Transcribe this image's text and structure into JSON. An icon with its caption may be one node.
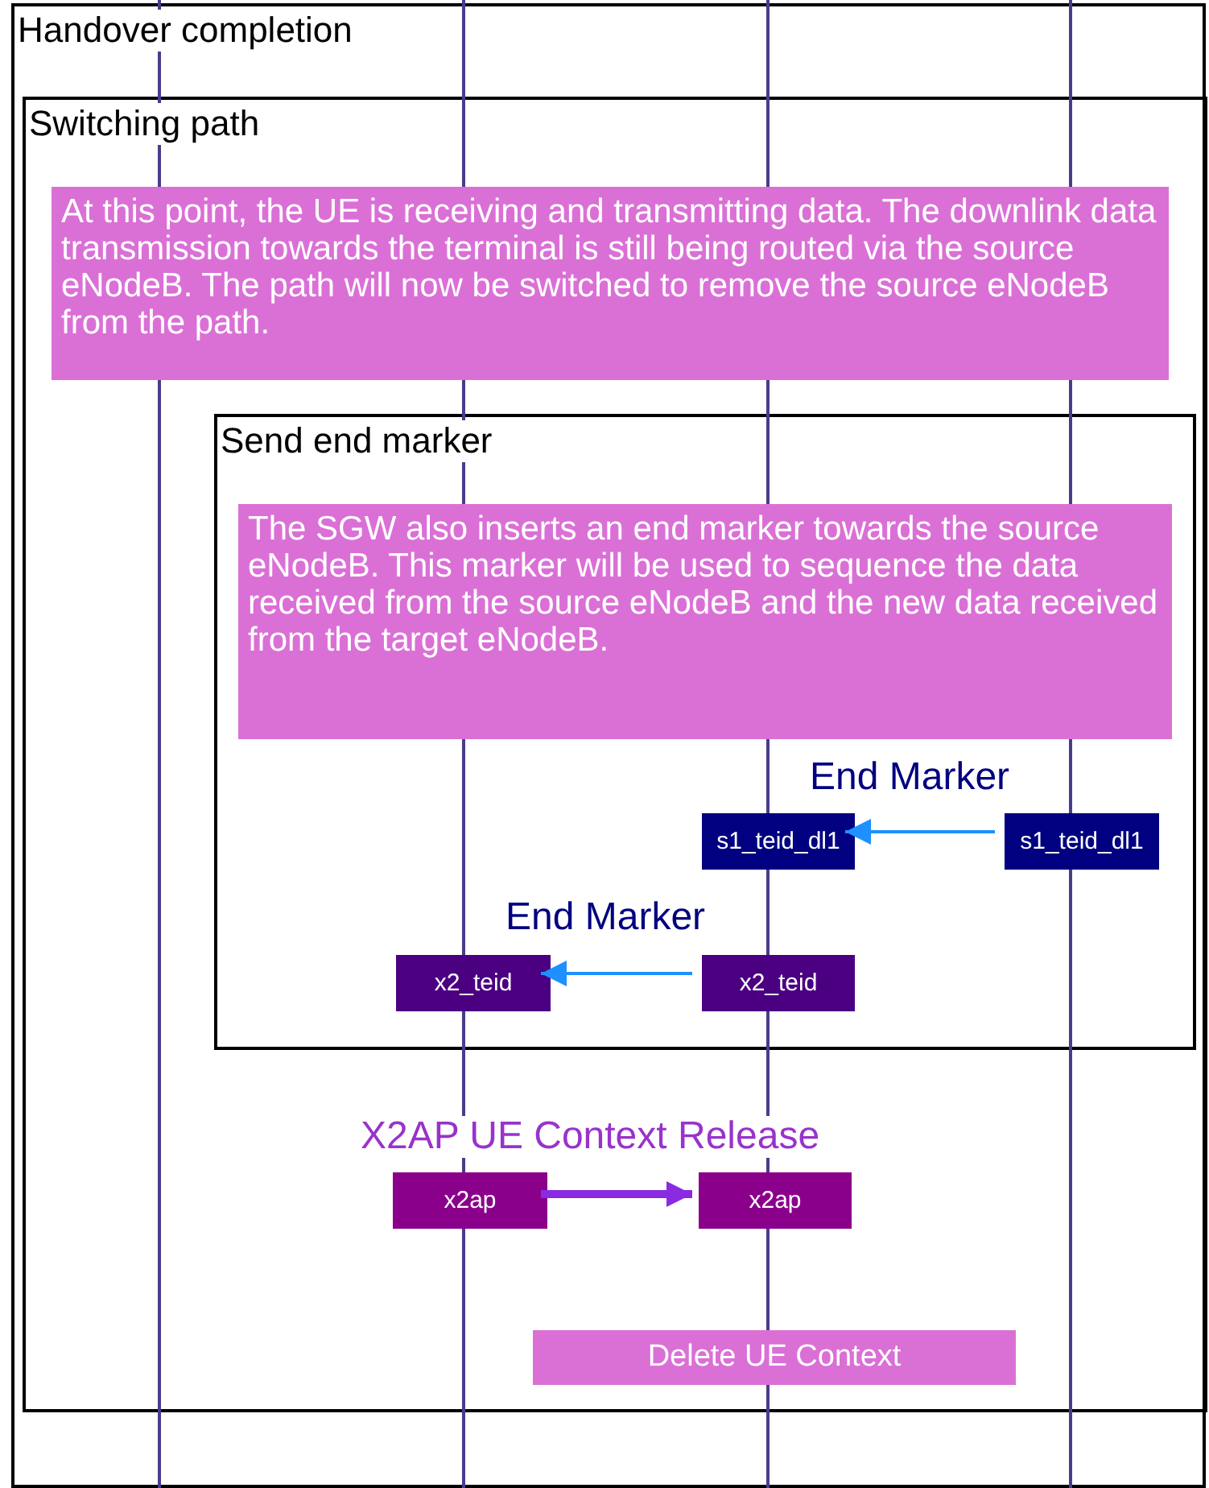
{
  "diagram": {
    "nodes": [
      {
        "text": [
          "Handover completion"
        ]
      },
      {
        "text": [
          "Switching path"
        ],
        "in": 0
      },
      {
        "text": [
          "At this point, the UE is receiving and transmitting data. The downlink data transmission towards the terminal is still being routed via the source eNodeB. The path will now be switched to remove the source eNodeB from the path."
        ],
        "in": 1
      },
      {
        "text": [
          "Send end marker"
        ],
        "in": 1
      },
      {
        "text": [
          "The SGW also inserts an end marker towards the source eNodeB. This marker will be used to sequence the data received from the source eNodeB and the new data received from the target eNodeB."
        ],
        "in": 3
      },
      {
        "text": [
          "s1_teid_dl1"
        ],
        "in": 3
      },
      {
        "text": [
          "s1_teid_dl1"
        ],
        "in": 3
      },
      {
        "text": [
          "x2_teid"
        ],
        "in": 3
      },
      {
        "text": [
          "x2_teid"
        ],
        "in": 3
      },
      {
        "text": [
          "x2ap"
        ],
        "in": 1
      },
      {
        "text": [
          "x2ap"
        ],
        "in": 1
      },
      {
        "text": [
          "Delete UE Context"
        ],
        "in": 1
      }
    ],
    "edges": [
      {
        "from": 6,
        "to": 5,
        "arrow": "to",
        "label": "End Marker",
        "color": "#1e90ff"
      },
      {
        "from": 8,
        "to": 7,
        "arrow": "to",
        "label": "End Marker",
        "color": "#1e90ff"
      },
      {
        "from": 9,
        "to": 10,
        "arrow": "to",
        "label": "X2AP UE Context Release",
        "style": "thick",
        "color": "#8a2be2"
      }
    ]
  }
}
